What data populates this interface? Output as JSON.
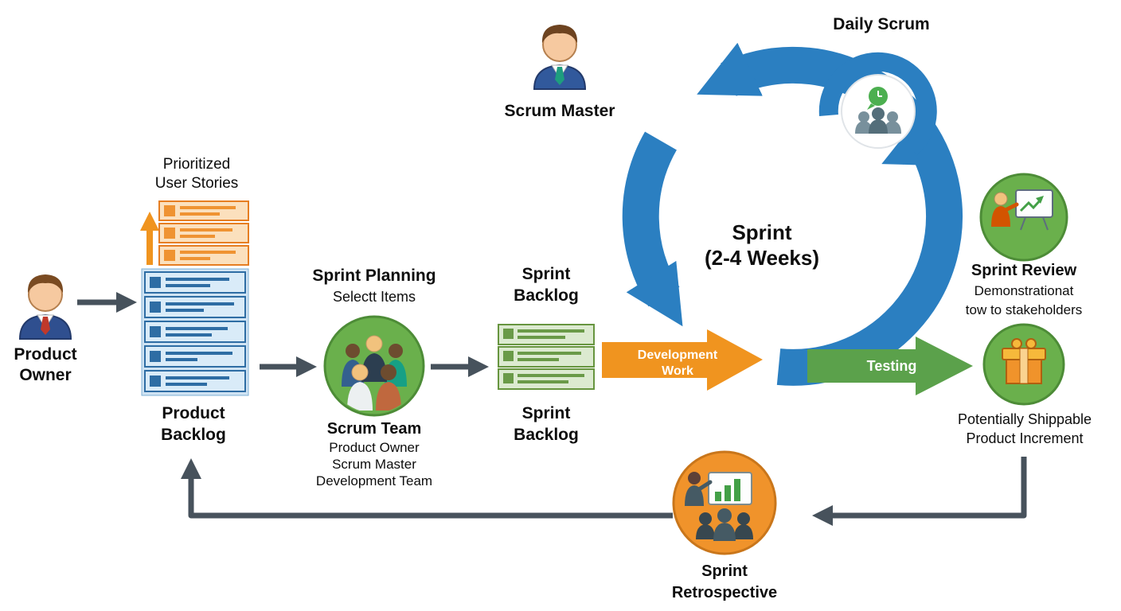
{
  "colors": {
    "background": "#ffffff",
    "cycle_blue": "#2b7fc1",
    "connector_dark": "#47525c",
    "development_orange": "#f0941f",
    "testing_green": "#5ba14b",
    "team_circle_green": "#6ab04c",
    "retrospective_orange": "#f0932b",
    "backlog_blue": "#2e6da4",
    "story_orange": "#e67e22",
    "sprint_item_green": "#67953f"
  },
  "nodes": {
    "product_owner": {
      "label": [
        "Product",
        "Owner"
      ]
    },
    "prioritized_user_stories": {
      "label": [
        "Prioritized",
        "User Stories"
      ]
    },
    "product_backlog": {
      "label": [
        "Product",
        "Backlog"
      ]
    },
    "sprint_planning": {
      "title": "Sprint Planning",
      "subtitle": "Selectt Items"
    },
    "scrum_team": {
      "title": "Scrum Team",
      "roles": [
        "Product Owner",
        "Scrum Master",
        "Development Team"
      ]
    },
    "sprint_backlog_top": {
      "label": [
        "Sprint",
        "Backlog"
      ]
    },
    "sprint_backlog_bottom": {
      "label": [
        "Sprint",
        "Backlog"
      ]
    },
    "development_work": {
      "label": [
        "Development",
        "Work"
      ]
    },
    "sprint_cycle": {
      "label": [
        "Sprint",
        "(2-4 Weeks)"
      ]
    },
    "daily_scrum": {
      "label": "Daily Scrum"
    },
    "scrum_master": {
      "label": "Scrum Master"
    },
    "testing": {
      "label": "Testing"
    },
    "sprint_review": {
      "title": "Sprint Review",
      "subtitle": [
        "Demonstrationat",
        "tow to stakeholders"
      ]
    },
    "product_increment": {
      "label": [
        "Potentially Shippable",
        "Product Increment"
      ]
    },
    "sprint_retrospective": {
      "label": [
        "Sprint",
        "Retrospective"
      ]
    }
  }
}
